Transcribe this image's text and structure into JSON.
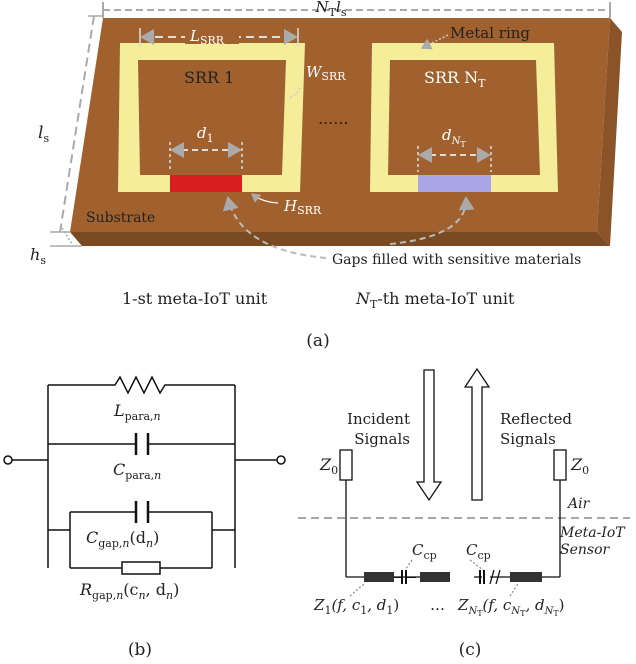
{
  "panel_a": {
    "top_dim": "N",
    "top_dim_sub": "T",
    "top_dim_b": "l",
    "top_dim_b_sub": "s",
    "ls_label": "l",
    "ls_sub": "s",
    "hs_label": "h",
    "hs_sub": "s",
    "L_label": "L",
    "L_sub": "SRR",
    "W_label": "W",
    "W_sub": "SRR",
    "H_label": "H",
    "H_sub": "SRR",
    "srr1": "SRR 1",
    "srrN": "SRR N",
    "srrN_sub": "T",
    "metal_ring": "Metal ring",
    "dots": "......",
    "d1": "d",
    "d1_sub": "1",
    "dN": "d",
    "dN_sub": "N",
    "dN_subsub": "T",
    "substrate": "Substrate",
    "gaps": "Gaps filled with sensitive materials",
    "unit1": "1-st meta-IoT unit",
    "unitN_prefix": "N",
    "unitN_sub": "T",
    "unitN_suffix": "-th meta-IoT unit",
    "caption": "(a)"
  },
  "panel_b": {
    "Lpara": "L",
    "Lpara_sub": "para,",
    "Lpara_n": "n",
    "Cpara": "C",
    "Cpara_sub": "para,",
    "Cpara_n": "n",
    "Cgap": "C",
    "Cgap_sub": "gap,",
    "Cgap_n": "n",
    "Cgap_arg": "(d",
    "Cgap_arg_n": "n",
    "Cgap_close": ")",
    "Rgap": "R",
    "Rgap_sub": "gap,",
    "Rgap_n": "n",
    "Rgap_arg": "(c",
    "Rgap_arg_n": "n",
    "Rgap_mid": ", d",
    "Rgap_arg_n2": "n",
    "Rgap_close": ")",
    "caption": "(b)"
  },
  "panel_c": {
    "incident": [
      "Incident",
      "Signals"
    ],
    "reflected": [
      "Reflected",
      "Signals"
    ],
    "z0": "Z",
    "z0_sub": "0",
    "air": "Air",
    "sensor": [
      "Meta-IoT",
      "Sensor"
    ],
    "ccp": "C",
    "ccp_sub": "cp",
    "z1": "Z",
    "z1_sub": "1",
    "z1_args": "(f, c",
    "z1_c_sub": "1",
    "z1_mid": ", d",
    "z1_d_sub": "1",
    "z1_close": ")",
    "ellipsis": "…",
    "zN": "Z",
    "zN_sub": "N",
    "zN_subsub": "T",
    "zN_args": "(f, c",
    "zN_c_sub": "N",
    "zN_c_subsub": "T",
    "zN_mid": ", d",
    "zN_d_sub": "N",
    "zN_d_subsub": "T",
    "zN_close": ")",
    "caption": "(c)"
  },
  "colors": {
    "substrate_top": "#a0612f",
    "substrate_front": "#7a4a22",
    "ring": "#f4ee9a",
    "gap1": "#d81e1e",
    "gapN": "#a9a6e8"
  }
}
